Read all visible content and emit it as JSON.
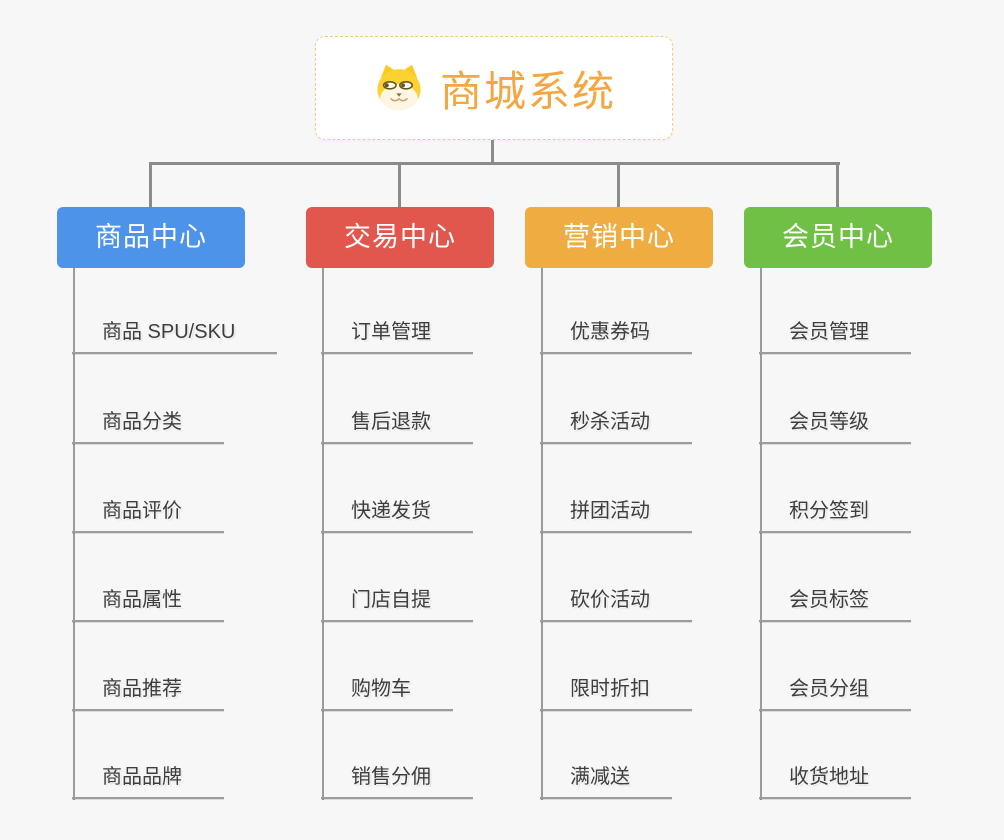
{
  "page": {
    "background": "#F7F7F7",
    "connector_color": "#8B8B8B"
  },
  "root": {
    "title": "商城系统",
    "icon": "dog-mascot-icon",
    "title_color": "#F2A742",
    "border_color": "#F6C98B"
  },
  "branches": [
    {
      "label": "商品中心",
      "color": "#4D93EA",
      "children": [
        "商品 SPU/SKU",
        "商品分类",
        "商品评价",
        "商品属性",
        "商品推荐",
        "商品品牌"
      ]
    },
    {
      "label": "交易中心",
      "color": "#E2574D",
      "children": [
        "订单管理",
        "售后退款",
        "快递发货",
        "门店自提",
        "购物车",
        "销售分佣"
      ]
    },
    {
      "label": "营销中心",
      "color": "#EFAD41",
      "children": [
        "优惠券码",
        "秒杀活动",
        "拼团活动",
        "砍价活动",
        "限时折扣",
        "满减送"
      ]
    },
    {
      "label": "会员中心",
      "color": "#6FC044",
      "children": [
        "会员管理",
        "会员等级",
        "积分签到",
        "会员标签",
        "会员分组",
        "收货地址"
      ]
    }
  ]
}
